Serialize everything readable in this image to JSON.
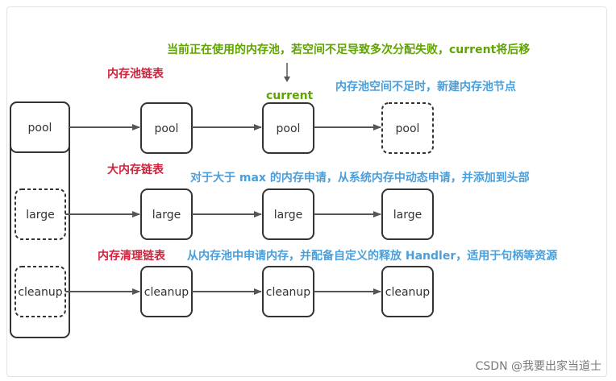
{
  "nodes": {
    "pool": "pool",
    "large": "large",
    "cleanup": "cleanup"
  },
  "labels": {
    "pool_chain": "内存池链表",
    "large_chain": "大内存链表",
    "cleanup_chain": "内存清理链表",
    "current_note": "当前正在使用的内存池，若空间不足导致多次分配失败，current将后移",
    "current": "current",
    "pool_new_note": "内存池空间不足时，新建内存池节点",
    "large_note": "对于大于 max 的内存申请，从系统内存中动态申请，并添加到头部",
    "cleanup_note": "从内存池中申请内存，并配备自定义的释放 Handler，适用于句柄等资源"
  },
  "watermark": "CSDN @我要出家当道士",
  "colors": {
    "red": "#d2223b",
    "green": "#5fa400",
    "blue": "#4aa0dc",
    "stroke": "#333333",
    "arrow": "#555555"
  }
}
